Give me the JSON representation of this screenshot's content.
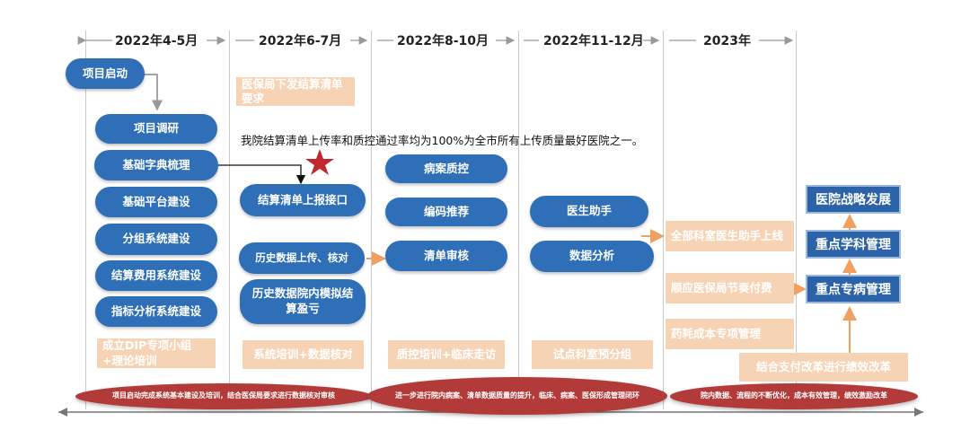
{
  "periods": [
    "2022年4-5月",
    "2022年6-7月",
    "2022年8-10月",
    "2022年11-12月",
    "2023年"
  ],
  "col1": {
    "start": "项目启动",
    "items": [
      "项目调研",
      "基础字典梳理",
      "基础平台建设",
      "分组系统建设",
      "结算费用系统建设",
      "指标分析系统建设"
    ],
    "peach": "成立DIP专项小组+理论培训"
  },
  "col2": {
    "peach_top": "医保局下发结算清单要求",
    "note": "我院结算清单上传率和质控通过率均为100%为全市所有上传质量最好医院之一。",
    "items": [
      "结算清单上报接口",
      "历史数据上传、核对",
      "历史数据院内模拟结算盈亏"
    ],
    "peach": "系统培训+数据核对"
  },
  "col3": {
    "items": [
      "病案质控",
      "编码推荐",
      "清单审核"
    ],
    "peach": "质控培训+临床走访"
  },
  "col4": {
    "items": [
      "医生助手",
      "数据分析"
    ],
    "peach": "试点科室预分组"
  },
  "col5": {
    "peach_items": [
      "全部科室医生助手上线",
      "顺应医保局节奏付费",
      "药耗成本专项管理",
      "结合支付改革进行绩效改革"
    ],
    "boxes": [
      "医院战略发展",
      "重点学科管理",
      "重点专病管理"
    ]
  },
  "summaries": [
    "项目启动完成系统基本建设及培训，结合医保局要求进行数据核对审核",
    "进一步进行院内病案、清单数据质量的提升，临床、病案、医保形成管理闭环",
    "院内数据、流程的不断优化，成本有效管理，绩效激励改革"
  ],
  "colors": {
    "pill": "#2e6fb8",
    "peach": "#f7d3b5",
    "ellipse": "#b23b3a",
    "box": "#2b62a8",
    "arrow": "#f0a060",
    "star": "#c0282d"
  }
}
